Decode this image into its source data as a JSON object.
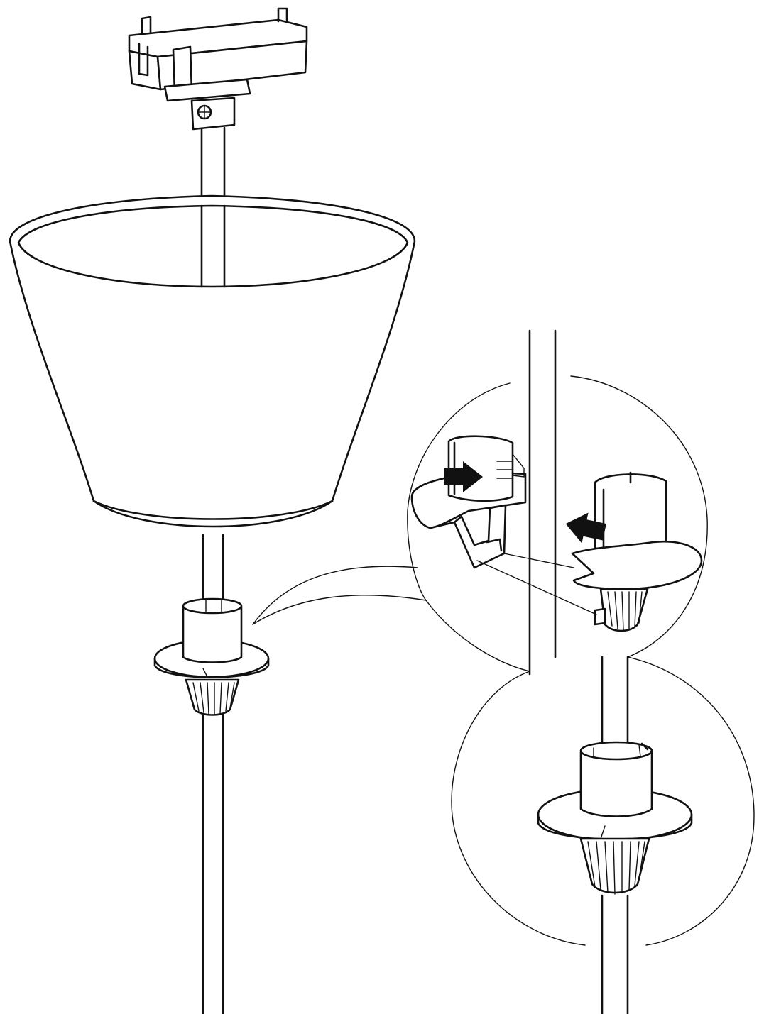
{
  "diagram": {
    "kind": "assembly-illustration",
    "caption": "",
    "colors": {
      "line": "#111111",
      "background": "#ffffff"
    },
    "components": [
      {
        "id": "track-adapter",
        "icon": "track-adapter-icon"
      },
      {
        "id": "pendant-rod",
        "icon": "rod-icon"
      },
      {
        "id": "lamp-shade",
        "icon": "lamp-shade-icon"
      },
      {
        "id": "split-collar-stopper",
        "icon": "collar-icon"
      },
      {
        "id": "knurled-cone-nut",
        "icon": "cone-nut-icon"
      }
    ],
    "callouts": [
      {
        "id": "detail-open-collar",
        "icon": "magnify-circle-icon",
        "arrows": [
          "push-right-arrow-icon",
          "push-left-arrow-icon"
        ]
      },
      {
        "id": "detail-closed-collar",
        "icon": "magnify-circle-icon"
      }
    ]
  }
}
